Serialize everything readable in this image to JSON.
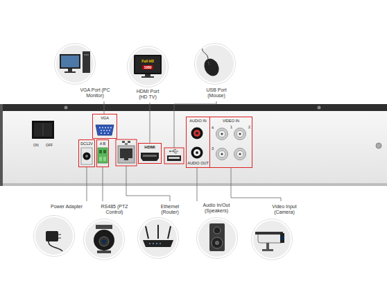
{
  "diagram": {
    "nodes": [
      {
        "text": [
          "ON",
          "OFF"
        ]
      },
      {
        "text": [
          "VGA"
        ],
        "in": 0
      },
      {
        "text": [
          "DC12V"
        ],
        "in": 0
      },
      {
        "text": [
          "A B"
        ],
        "in": 0
      },
      {
        "text": [
          "HDMI"
        ],
        "in": 0
      },
      {
        "text": [
          "AUDIO IN",
          "AUDIO OUT"
        ],
        "in": 0
      },
      {
        "text": [
          "VIDEO IN",
          "4",
          "2",
          "3",
          "1"
        ],
        "in": 0
      }
    ],
    "labels": [
      "VGA Port (PC Monitor)",
      "Full HD",
      "1080",
      "HDMI Port (HD TV)",
      "USB Port (Mouse)",
      "Power Adapter",
      "RS485 (PTZ Control)",
      "Ethernet (Router)",
      "Audio In/Out (Speakers)",
      "Video Input (Camera)"
    ]
  }
}
